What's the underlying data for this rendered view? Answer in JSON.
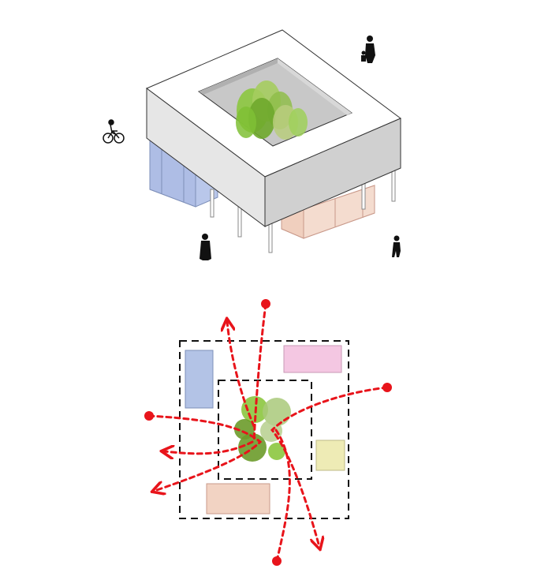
{
  "diagram": {
    "axonometric": {
      "building": "square-ring-building-on-pilotis",
      "courtyard": "courtyard-with-trees",
      "glazed_volumes": [
        "blue-glass-volume",
        "orange-glass-volume"
      ],
      "figures": [
        "person-with-child",
        "cyclist",
        "standing-person",
        "walking-person"
      ]
    },
    "plan": {
      "programs": [
        {
          "id": "blue",
          "color": "#b3c3e6"
        },
        {
          "id": "pink",
          "color": "#f4c7e2"
        },
        {
          "id": "yellow",
          "color": "#eeebb5"
        },
        {
          "id": "orange",
          "color": "#f2d3c3"
        }
      ],
      "paths": {
        "color": "#e8141b",
        "style": "dashed-with-arrows-and-dots",
        "count": 5
      },
      "boundary_lines": [
        "outer-dashed-square",
        "inner-dashed-courtyard"
      ],
      "tree_cluster_colors": [
        "#8cc63f",
        "#6b9b2a",
        "#a9c97a"
      ]
    }
  }
}
